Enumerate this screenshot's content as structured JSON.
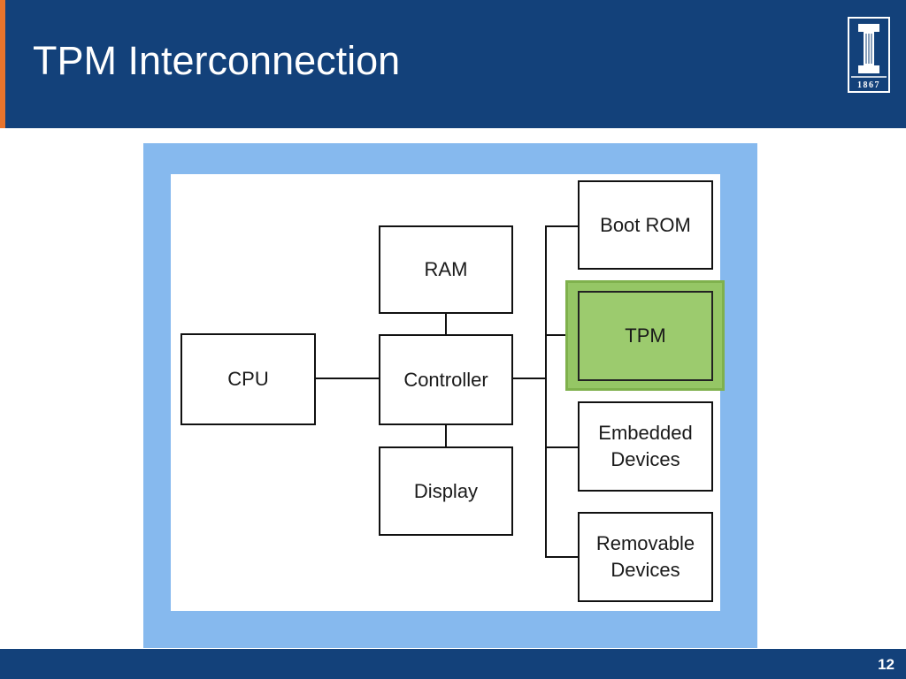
{
  "slide": {
    "title": "TPM Interconnection",
    "page_number": "12"
  },
  "logo": {
    "icon": "university-column-logo",
    "year": "1867"
  },
  "colors": {
    "header_background": "#13417a",
    "header_accent": "#e8742c",
    "diagram_frame": "#86b9ee",
    "tpm_highlight": "#95c665"
  },
  "diagram": {
    "nodes": {
      "cpu": "CPU",
      "controller": "Controller",
      "ram": "RAM",
      "display": "Display",
      "boot_rom": "Boot ROM",
      "tpm": "TPM",
      "embedded_devices": [
        "Embedded",
        "Devices"
      ],
      "removable_devices": [
        "Removable",
        "Devices"
      ]
    },
    "edges": [
      {
        "from": "CPU",
        "to": "Controller"
      },
      {
        "from": "RAM",
        "to": "Controller"
      },
      {
        "from": "Controller",
        "to": "Display"
      },
      {
        "from": "Controller",
        "to": "Boot ROM"
      },
      {
        "from": "Controller",
        "to": "TPM"
      },
      {
        "from": "Controller",
        "to": "Embedded Devices"
      },
      {
        "from": "Controller",
        "to": "Removable Devices"
      }
    ],
    "highlighted_node": "TPM"
  }
}
